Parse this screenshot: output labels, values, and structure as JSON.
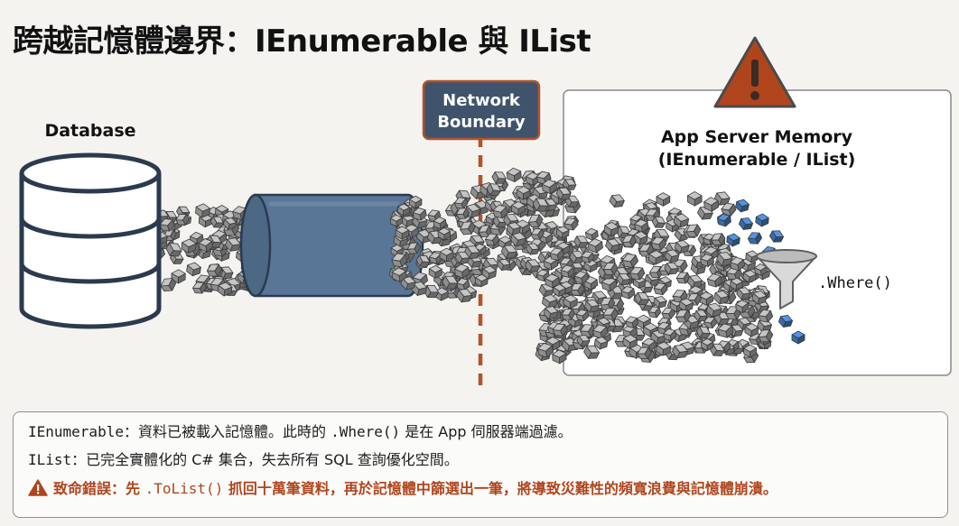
{
  "title": "跨越記憶體邊界：IEnumerable 與 IList",
  "database": {
    "label": "Database"
  },
  "network": {
    "line1": "Network",
    "line2": "Boundary"
  },
  "memory": {
    "line1": "App Server Memory",
    "line2": "(IEnumerable / IList)"
  },
  "filter": {
    "label": ".Where()"
  },
  "notes": {
    "line1": {
      "code": "IEnumerable",
      "text1": "：資料已被載入記憶體。此時的 ",
      "code2": ".Where()",
      "text2": " 是在 App 伺服器端過濾。"
    },
    "line2": {
      "code": "IList",
      "text1": "：已完全實體化的 C# 集合，失去所有 SQL 查詢優化空間。"
    },
    "line3": {
      "text1": "致命錯誤：先 ",
      "code": ".ToList()",
      "text2": " 抓回十萬筆資料，再於記憶體中篩選出一筆，將導致災難性的頻寬浪費與記憶體崩潰。"
    }
  },
  "colors": {
    "pipe": "#5a7696",
    "badge": "#3f546c",
    "warning": "#b0451d",
    "cube": "#9a9a9a",
    "cube_selected": "#3f74b4"
  }
}
